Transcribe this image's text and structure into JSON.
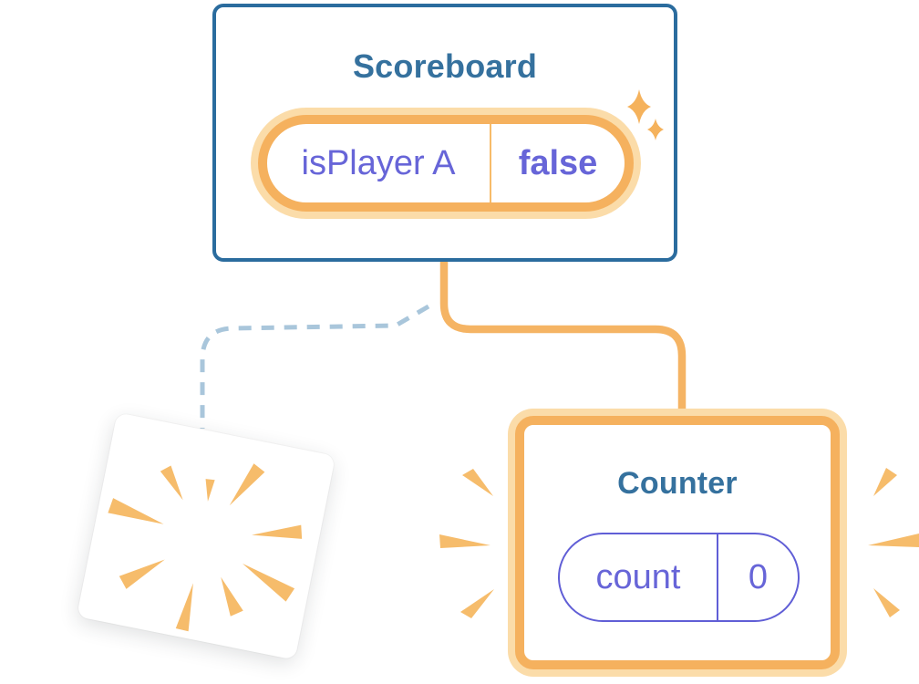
{
  "diagram_title": "Component state preservation diagram",
  "scoreboard": {
    "title": "Scoreboard",
    "state": {
      "key": "isPlayer A",
      "value": "false"
    }
  },
  "counter": {
    "title": "Counter",
    "state": {
      "key": "count",
      "value": "0"
    }
  },
  "connectors": {
    "kept": "solid orange line from Scoreboard to Counter",
    "removed": "dashed blue line from Scoreboard to destroyed component"
  },
  "icons": {
    "sparkles": "sparkles-icon",
    "burst": "burst-icon",
    "emphasis_left": "emphasis-marks-left-icon",
    "emphasis_right": "emphasis-marks-right-icon"
  },
  "colors": {
    "component_border_blue": "#2b6c9e",
    "title_blue": "#35719e",
    "state_purple": "#6765d8",
    "pill_border_purple": "#605ed6",
    "highlight_orange": "#f5b15e",
    "highlight_orange_soft": "#fbdca9",
    "mark_orange": "#f6bc6b",
    "dashed_line_blue": "#a9c6db",
    "background": "#ffffff"
  }
}
